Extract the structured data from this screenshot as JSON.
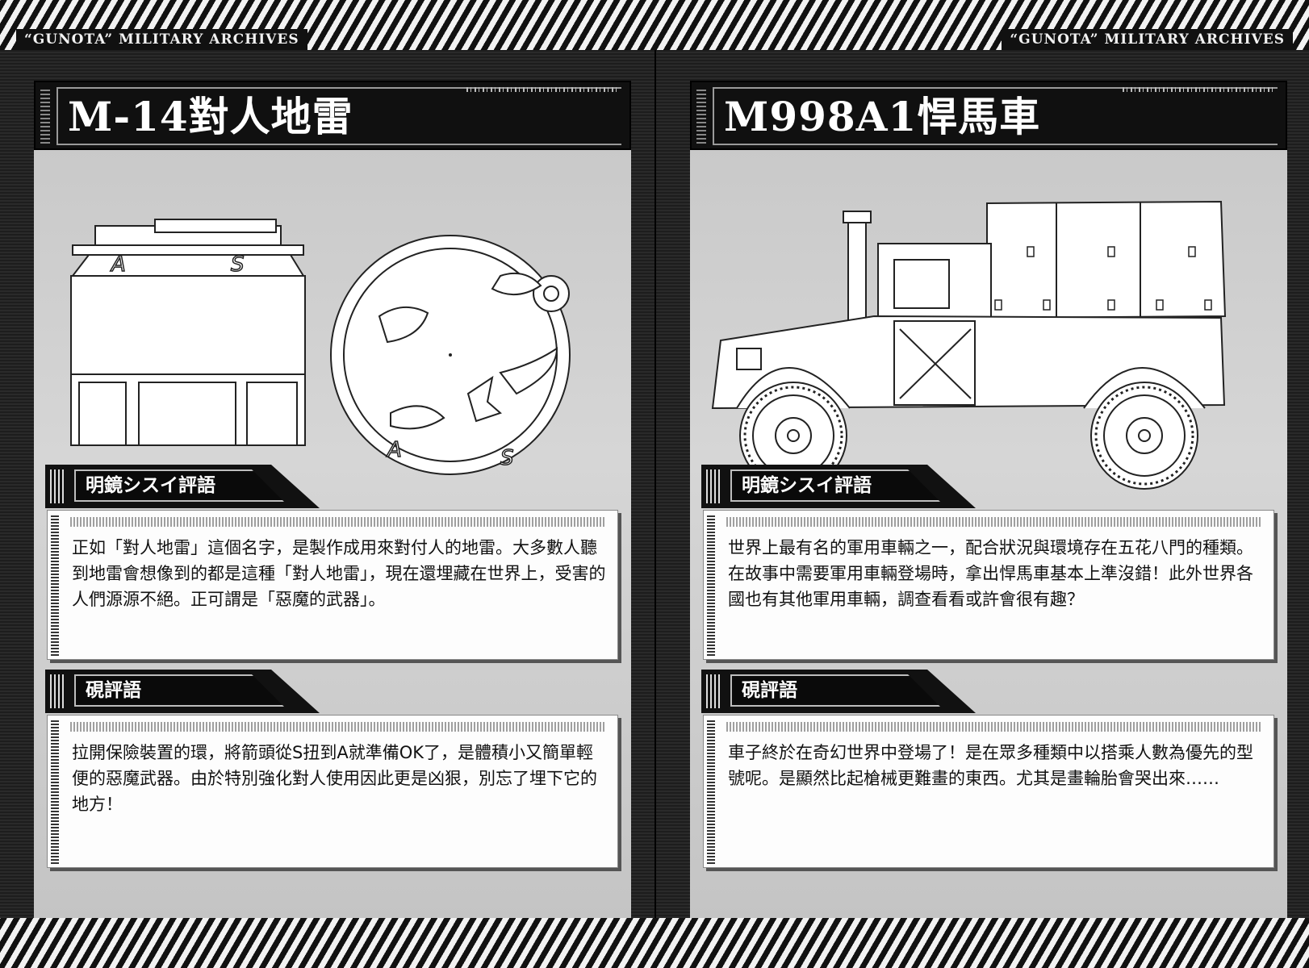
{
  "header": {
    "left_label": "“GUNOTA” MILITARY ARCHIVES",
    "right_label": "“GUNOTA” MILITARY ARCHIVES"
  },
  "pages": [
    {
      "title": "M-14對人地雷",
      "illustration": {
        "side_markings": [
          "A",
          "S"
        ],
        "top_markings": [
          "A",
          "S"
        ]
      },
      "sections": [
        {
          "label": "明鏡シスイ評語",
          "text": "正如「對人地雷」這個名字，是製作成用來對付人的地雷。大多數人聽到地雷會想像到的都是這種「對人地雷」，現在還埋藏在世界上，受害的人們源源不絕。正可謂是「惡魔的武器」。"
        },
        {
          "label": "硯評語",
          "text": "拉開保險裝置的環，將箭頭從S扭到A就準備OK了，是體積小又簡單輕便的惡魔武器。由於特別強化對人使用因此更是凶狠，別忘了埋下它的地方！"
        }
      ]
    },
    {
      "title": "M998A1悍馬車",
      "sections": [
        {
          "label": "明鏡シスイ評語",
          "text": "世界上最有名的軍用車輛之一，配合狀況與環境存在五花八門的種類。在故事中需要軍用車輛登場時，拿出悍馬車基本上準沒錯！此外世界各國也有其他軍用車輛，調查看看或許會很有趣？"
        },
        {
          "label": "硯評語",
          "text": "車子終於在奇幻世界中登場了！是在眾多種類中以搭乘人數為優先的型號呢。是顯然比起槍械更難畫的東西。尤其是畫輪胎會哭出來……"
        }
      ]
    }
  ]
}
